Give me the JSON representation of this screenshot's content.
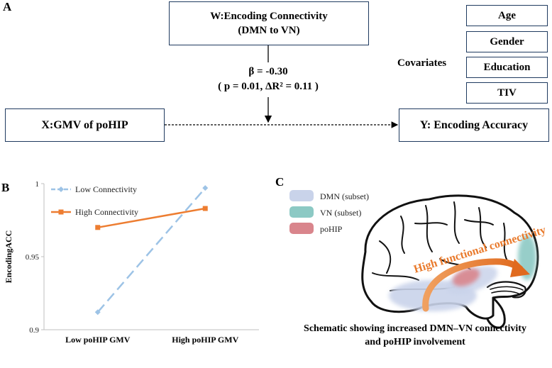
{
  "panelA": {
    "label": "A",
    "w_box": {
      "line1": "W:Encoding Connectivity",
      "line2": "(DMN to VN)"
    },
    "x_box": "X:GMV of poHIP",
    "y_box": "Y: Encoding Accuracy",
    "beta": "β = -0.30",
    "stats": "( p = 0.01, ΔR² = 0.11 )",
    "covariates_label": "Covariates",
    "covariates": [
      "Age",
      "Gender",
      "Education",
      "TIV"
    ]
  },
  "panelB": {
    "label": "B"
  },
  "chart_data": {
    "type": "line",
    "categories": [
      "Low poHIP GMV",
      "High poHIP GMV"
    ],
    "ylabel": "EncodingACC",
    "ylim": [
      0.9,
      1.0
    ],
    "yticks": [
      "0.9",
      "0.95",
      "1"
    ],
    "grid": false,
    "legend_position": "top-left",
    "series": [
      {
        "name": "Low Connectivity",
        "values": [
          0.912,
          0.997
        ],
        "color": "#9dc3e6",
        "marker": "diamond",
        "dash": true
      },
      {
        "name": "High Connectivity",
        "values": [
          0.97,
          0.983
        ],
        "color": "#ed7d31",
        "marker": "square",
        "dash": false
      }
    ]
  },
  "panelC": {
    "label": "C",
    "legend": [
      {
        "label": "DMN (subset)",
        "color": "#c9d3ea"
      },
      {
        "label": "VN (subset)",
        "color": "#8cc9c4"
      },
      {
        "label": "poHIP",
        "color": "#d9858c"
      }
    ],
    "arrow_label": "High functional connectivity",
    "arrow_color": "#e97a2c",
    "caption_line1": "Schematic showing increased DMN–VN connectivity",
    "caption_line2": "and poHIP involvement"
  }
}
